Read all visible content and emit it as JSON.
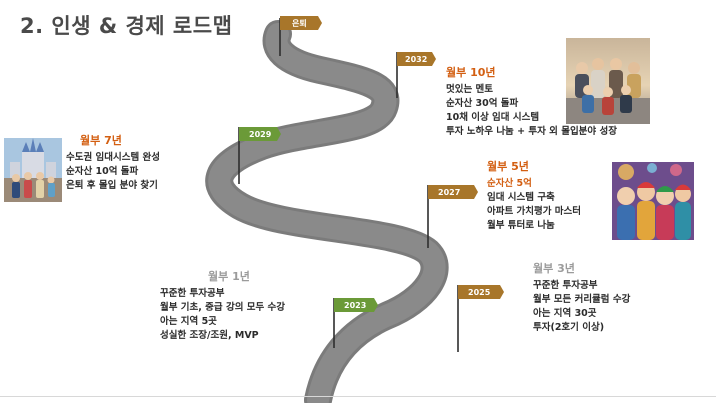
{
  "slide": {
    "title": "2. 인생 & 경제 로드맵"
  },
  "flags": [
    {
      "label": "은퇴",
      "color": "#a8762a"
    },
    {
      "label": "2032",
      "color": "#a8762a"
    },
    {
      "label": "2029",
      "color": "#6b9a38"
    },
    {
      "label": "2027",
      "color": "#a8762a"
    },
    {
      "label": "2025",
      "color": "#a8762a"
    },
    {
      "label": "2023",
      "color": "#6b9a38"
    }
  ],
  "milestones": {
    "m10": {
      "heading": "월부 10년",
      "lines": [
        "멋있는 멘토",
        "순자산 30억 돌파",
        "10채 이상 임대 시스템",
        "투자 노하우 나눔 + 투자 외 몰입분야 성장"
      ]
    },
    "m7": {
      "heading": "월부 7년",
      "lines": [
        "수도권 임대시스템 완성",
        "순자산 10억 돌파",
        "은퇴 후 몰입 분야 찾기"
      ]
    },
    "m5": {
      "heading": "월부 5년",
      "lines": [
        "순자산 5억",
        "임대 시스템 구축",
        "아파트 가치평가 마스터",
        "월부 튜터로 나눔"
      ]
    },
    "m3": {
      "heading": "월부 3년",
      "lines": [
        "꾸준한 투자공부",
        "월부 모든 커리큘럼 수강",
        "아는 지역 30곳",
        "투자(2호기 이상)"
      ]
    },
    "m1": {
      "heading": "월부 1년",
      "lines": [
        "꾸준한 투자공부",
        "월부 기초, 중급 강의 모두 수강",
        "아는 지역 5곳",
        "성실한 조장/조원, MVP"
      ]
    }
  },
  "photos": [
    {
      "name": "family-photo"
    },
    {
      "name": "castle-family-photo"
    },
    {
      "name": "theme-park-photo"
    }
  ]
}
